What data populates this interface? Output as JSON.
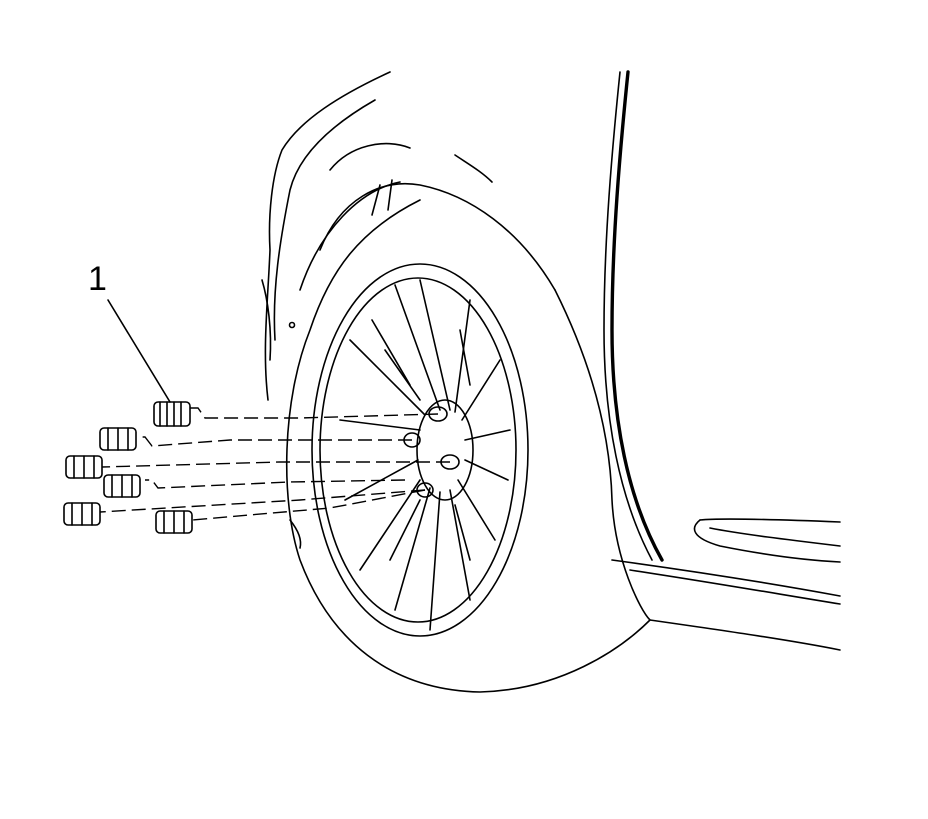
{
  "callouts": [
    {
      "id": "1",
      "label": "1"
    }
  ],
  "parts": {
    "wheel_nuts": {
      "count": 6,
      "icon": "lug-nut-icon"
    }
  },
  "colors": {
    "line": "#000000",
    "background": "#ffffff"
  }
}
